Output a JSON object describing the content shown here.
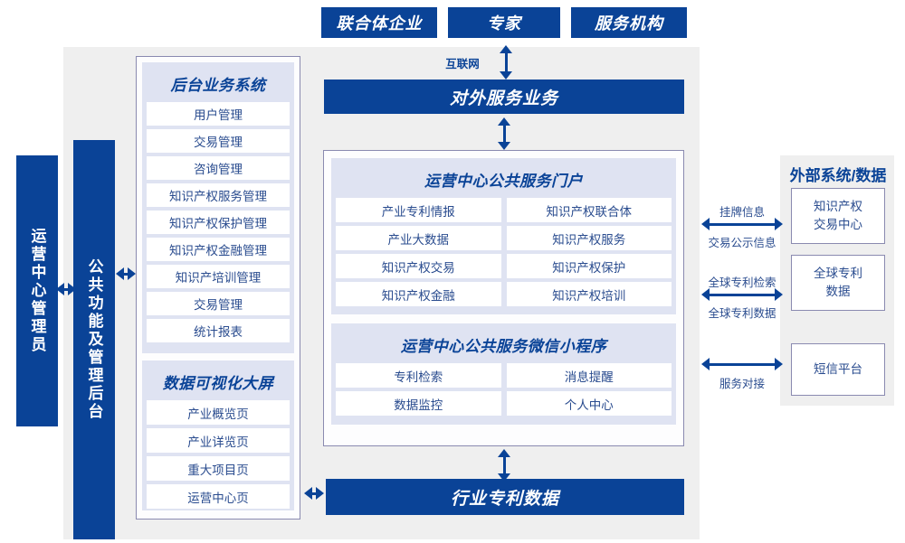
{
  "top_actors": [
    {
      "label": "联合体企业"
    },
    {
      "label": "专家"
    },
    {
      "label": "服务机构"
    }
  ],
  "internet_label": "互联网",
  "external_service_bar": "对外服务业务",
  "industry_data_bar": "行业专利数据",
  "roles": {
    "operator": "运营中心管理员",
    "common_backend": "公共功能及管理后台"
  },
  "backend_system": {
    "title": "后台业务系统",
    "items": [
      "用户管理",
      "交易管理",
      "咨询管理",
      "知识产权服务管理",
      "知识产权保护管理",
      "知识产权金融管理",
      "知识产培训管理",
      "交易管理",
      "统计报表"
    ]
  },
  "data_visualization": {
    "title": "数据可视化大屏",
    "items": [
      "产业概览页",
      "产业详览页",
      "重大项目页",
      "运营中心页"
    ]
  },
  "portal": {
    "title": "运营中心公共服务门户",
    "items": [
      "产业专利情报",
      "知识产权联合体",
      "产业大数据",
      "知识产权服务",
      "知识产权交易",
      "知识产权保护",
      "知识产权金融",
      "知识产权培训"
    ]
  },
  "miniprogram": {
    "title": "运营中心公共服务微信小程序",
    "items": [
      "专利检索",
      "消息提醒",
      "数据监控",
      "个人中心"
    ]
  },
  "external": {
    "title": "外部系统/数据",
    "systems": [
      {
        "label": "知识产权\n交易中心"
      },
      {
        "label": "全球专利\n数据"
      },
      {
        "label": "短信平台"
      }
    ],
    "flows": [
      {
        "above": "挂牌信息",
        "below": "交易公示信息"
      },
      {
        "above": "全球专利检索",
        "below": "全球专利数据"
      },
      {
        "above": "",
        "below": "服务对接"
      }
    ]
  },
  "colors": {
    "brand_blue": "#0a4397",
    "panel_gray": "#efefef",
    "group_lavender": "#dfe3f2",
    "text_blue": "#2a4c8f",
    "frame_border": "#8a8ab0"
  }
}
